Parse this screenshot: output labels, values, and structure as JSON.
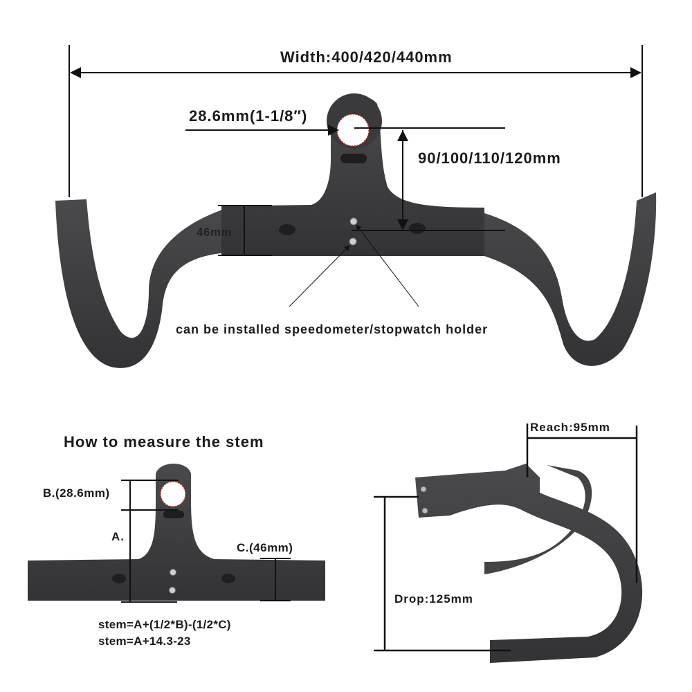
{
  "top_diagram": {
    "width_label": "Width:400/420/440mm",
    "clamp_label": "28.6mm(1-1/8″)",
    "stem_length_label": "90/100/110/120mm",
    "bar_height_label": "46mm",
    "mount_note": "can be installed speedometer/stopwatch holder"
  },
  "stem_guide": {
    "title": "How to measure the stem",
    "label_b": "B.(28.6mm)",
    "label_a": "A.",
    "label_c": "C.(46mm)",
    "formula_1": "stem=A+(1/2*B)-(1/2*C)",
    "formula_2": "stem=A+14.3-23"
  },
  "side_view": {
    "reach_label": "Reach:95mm",
    "drop_label": "Drop:125mm"
  },
  "colors": {
    "carbon": "#3d3d3f",
    "carbon_dark": "#2a2a2c",
    "line": "#111111",
    "clamp_ring": "#d22b2b"
  }
}
